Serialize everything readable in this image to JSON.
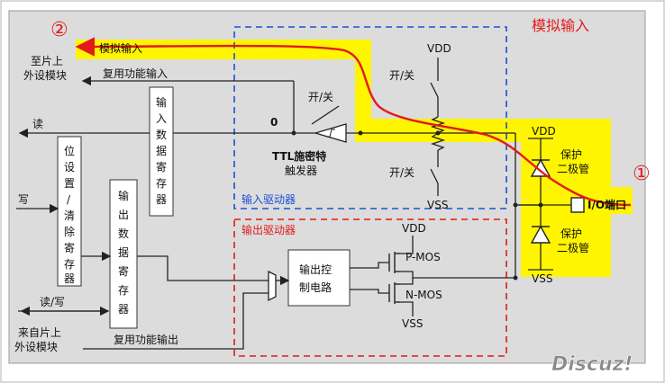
{
  "labels": {
    "analog_input_title": "模拟输入",
    "marker_1": "①",
    "marker_2": "②",
    "analog_input": "模拟输入",
    "to_onchip_peripheral": [
      "至片上",
      "外设模块"
    ],
    "alt_func_input": "复用功能输入",
    "read": "读",
    "zero": "0",
    "switch_top": "开/关",
    "switch_mid": "开/关",
    "switch_bottom": "开/关",
    "ttl_schmitt": [
      "TTL施密特",
      "触发器"
    ],
    "input_data_reg": [
      "输",
      "入",
      "数",
      "据",
      "寄",
      "存",
      "器"
    ],
    "bitset_clear_reg": [
      "位",
      "设",
      "置",
      "/",
      "清",
      "除",
      "寄",
      "存",
      "器"
    ],
    "output_data_reg": [
      "输",
      "出",
      "数",
      "据",
      "寄",
      "存",
      "器"
    ],
    "write": "写",
    "read_write": "读/写",
    "from_onchip_peripheral": [
      "来自片上",
      "外设模块"
    ],
    "alt_func_output": "复用功能输出",
    "input_driver": "输入驱动器",
    "output_driver": "输出驱动器",
    "output_control": [
      "输出控",
      "制电路"
    ],
    "pmos": "P-MOS",
    "nmos": "N-MOS",
    "vdd_main": "VDD",
    "vss_main": "VSS",
    "vdd_out": "VDD",
    "vss_out": "VSS",
    "vdd_diode": "VDD",
    "vss_diode": "VSS",
    "protect_diode_top": [
      "保护",
      "二极管"
    ],
    "protect_diode_bottom": [
      "保护",
      "二极管"
    ],
    "io_pin": "I/O端口",
    "watermark": "Discuz!"
  },
  "colors": {
    "panel": "#dcdcdc",
    "highlight": "#fff500",
    "signal_path": "#e21a1a",
    "input_driver_border": "#1d4fd6",
    "output_driver_border": "#e21a1a"
  }
}
